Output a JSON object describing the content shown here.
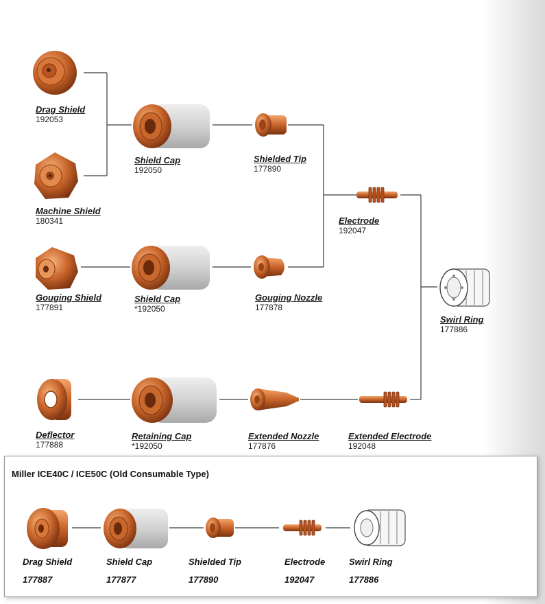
{
  "main_chart": {
    "parts": {
      "drag_shield": {
        "name": "Drag Shield",
        "number": "192053"
      },
      "machine_shield": {
        "name": "Machine Shield",
        "number": "180341"
      },
      "shield_cap_a": {
        "name": "Shield Cap",
        "number": "192050"
      },
      "shielded_tip": {
        "name": "Shielded Tip",
        "number": "177890"
      },
      "electrode": {
        "name": "Electrode",
        "number": "192047"
      },
      "gouging_shield": {
        "name": "Gouging Shield",
        "number": "177891"
      },
      "shield_cap_b": {
        "name": "Shield Cap",
        "number": "*192050"
      },
      "gouging_nozzle": {
        "name": "Gouging Nozzle",
        "number": "177878"
      },
      "swirl_ring": {
        "name": "Swirl Ring",
        "number": "177886"
      },
      "deflector": {
        "name": "Deflector",
        "number": "177888"
      },
      "retaining_cap": {
        "name": "Retaining Cap",
        "number": "*192050"
      },
      "extended_nozzle": {
        "name": "Extended Nozzle",
        "number": "177876"
      },
      "extended_electrode": {
        "name": "Extended Electrode",
        "number": "192048"
      }
    }
  },
  "legacy": {
    "title": "Miller ICE40C / ICE50C (Old Consumable Type)",
    "parts": [
      {
        "name": "Drag Shield",
        "number": "177887"
      },
      {
        "name": "Shield Cap",
        "number": "177877"
      },
      {
        "name": "Shielded Tip",
        "number": "177890"
      },
      {
        "name": "Electrode",
        "number": "192047"
      },
      {
        "name": "Swirl Ring",
        "number": "177886"
      }
    ]
  },
  "colors": {
    "copper": "#c8642a",
    "copper_light": "#f2a56c",
    "copper_dark": "#7a3210",
    "cap_gray": "#cfcfcf",
    "line": "#3a3a3a"
  }
}
